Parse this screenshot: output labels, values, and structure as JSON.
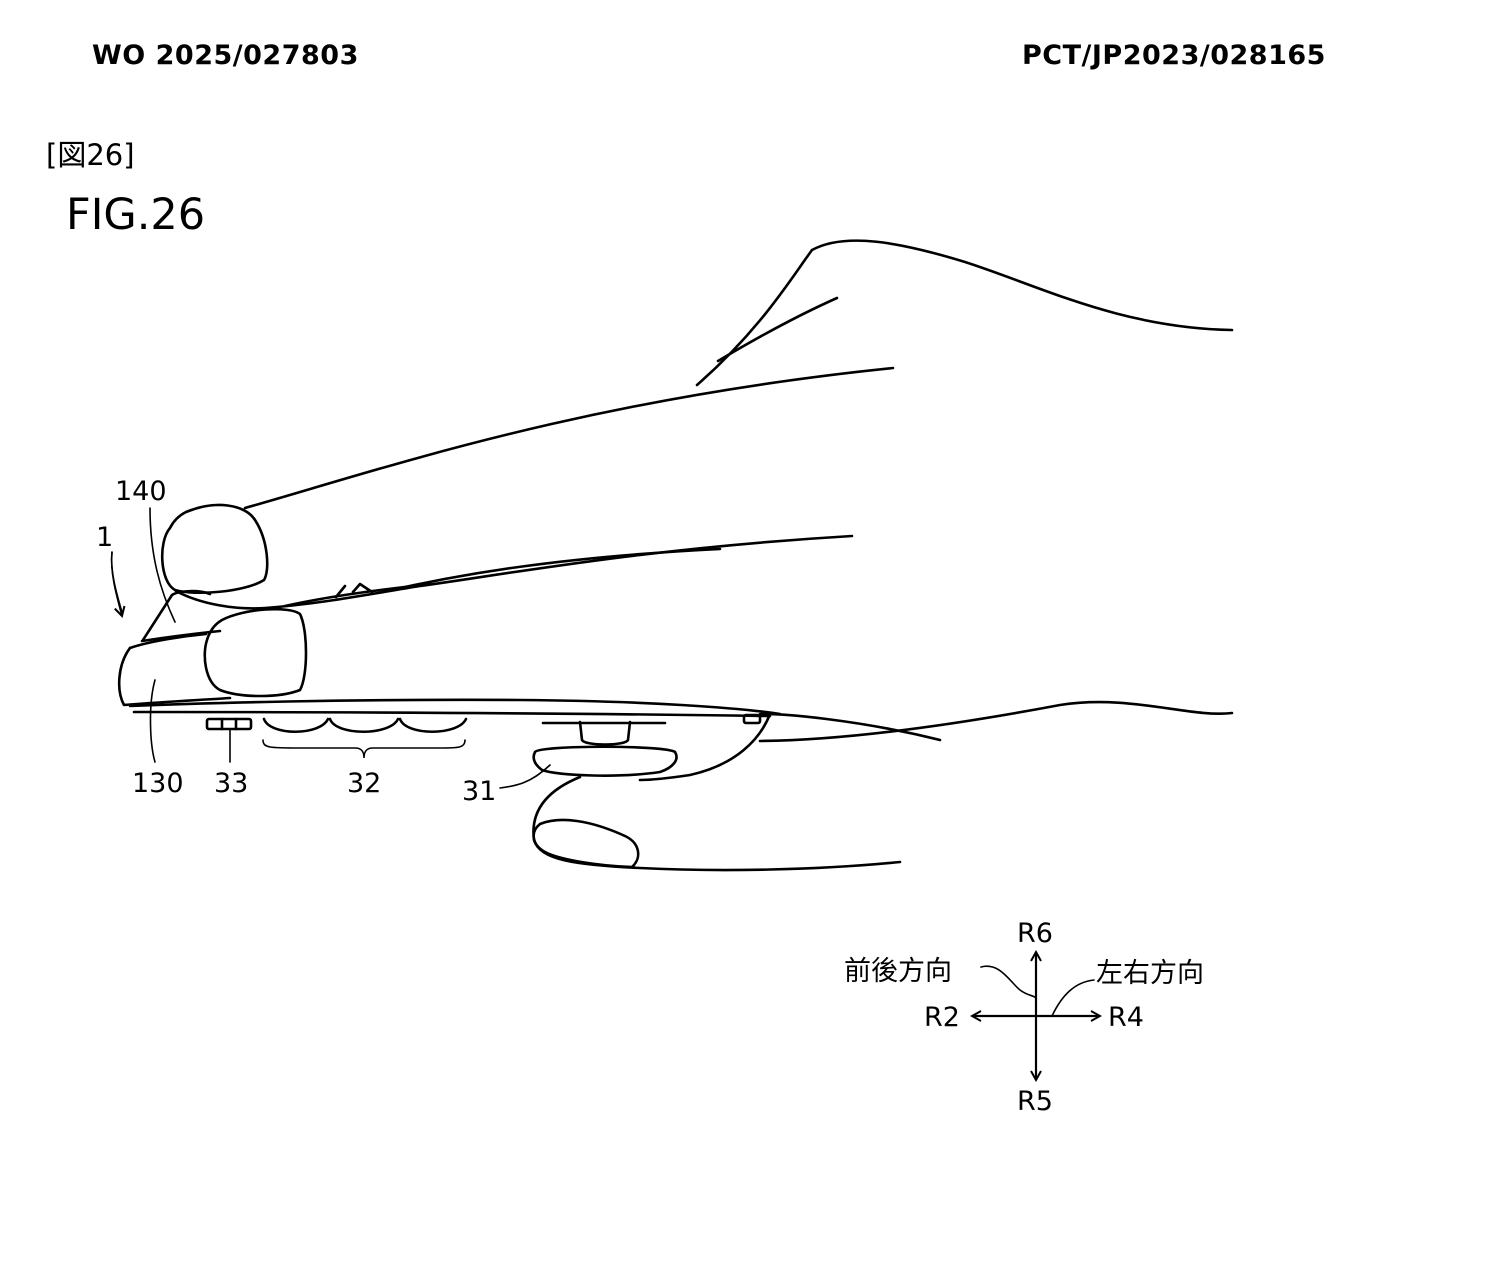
{
  "header": {
    "publication_number": "WO 2025/027803",
    "application_number": "PCT/JP2023/028165"
  },
  "figure": {
    "label_jp": "[図26]",
    "label_en": "FIG.26"
  },
  "reference_labels": {
    "controller": "1",
    "upper_part": "140",
    "lower_part": "130",
    "button_33": "33",
    "buttons_32": "32",
    "stick_31": "31"
  },
  "direction_legend": {
    "up": "R6",
    "down": "R5",
    "left": "R2",
    "right": "R4",
    "front_back_label": "前後方向",
    "left_right_label": "左右方向"
  }
}
